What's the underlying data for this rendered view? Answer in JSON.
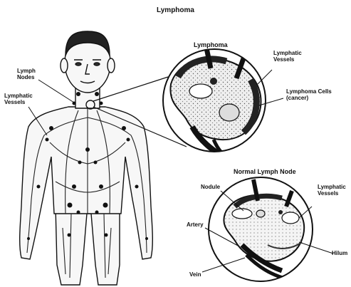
{
  "title": "Lymphoma",
  "body_labels": {
    "lymph_nodes": "Lymph\nNodes",
    "lymphatic_vessels": "Lymphatic\nVessels"
  },
  "lymphoma_panel": {
    "title": "Lymphoma",
    "lymphatic_vessels": "Lymphatic\nVessels",
    "lymphoma_cells": "Lymphoma Cells\n(cancer)"
  },
  "normal_panel": {
    "title": "Normal Lymph Node",
    "nodule": "Nodule",
    "lymphatic_vessels": "Lymphatic\nVessels",
    "artery": "Artery",
    "vein": "Vein",
    "hilum": "Hilum"
  },
  "colors": {
    "ink": "#111111",
    "paper": "#ffffff",
    "shade": "#3a3a3a"
  }
}
